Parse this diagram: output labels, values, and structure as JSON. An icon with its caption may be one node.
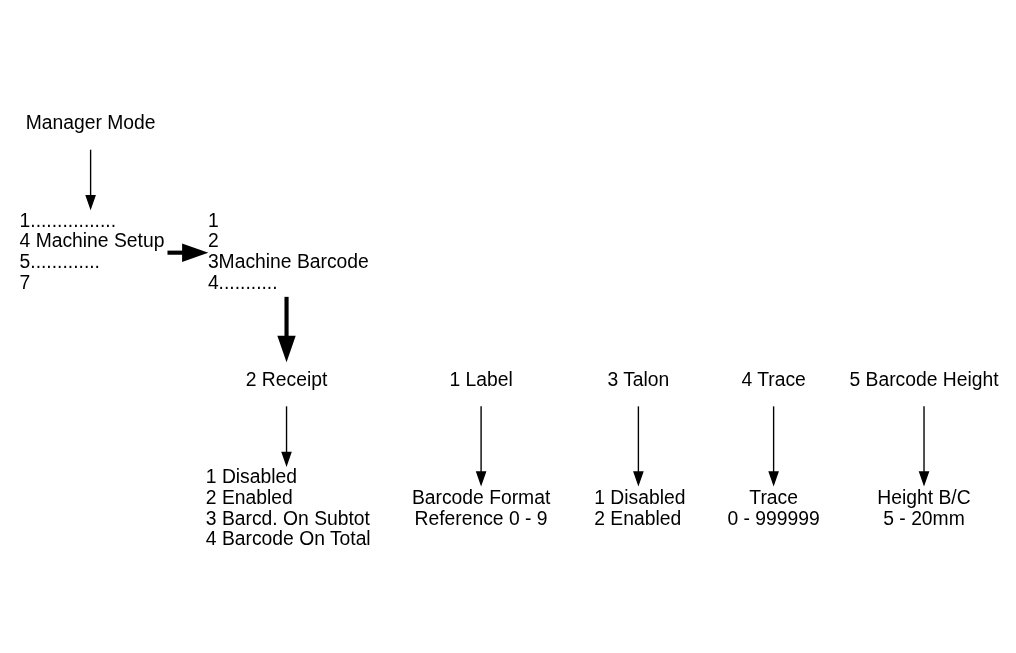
{
  "diagram": {
    "nodes": [
      {
        "text": [
          "Manager Mode"
        ]
      },
      {
        "text": [
          "1................",
          "4 Machine Setup",
          "5.............",
          "7"
        ]
      },
      {
        "text": [
          "1",
          "2",
          "3Machine Barcode",
          "4..........."
        ]
      },
      {
        "text": [
          "1 Label"
        ]
      },
      {
        "text": [
          "2 Receipt"
        ]
      },
      {
        "text": [
          "3 Talon"
        ]
      },
      {
        "text": [
          "4 Trace"
        ]
      },
      {
        "text": [
          "5 Barcode Height"
        ]
      },
      {
        "text": [
          "Height B/C 5 - 20mm"
        ]
      },
      {
        "text": [
          "Trace 0 - 999999"
        ]
      },
      {
        "text": [
          "1 Disabled",
          "2 Enabled"
        ]
      },
      {
        "text": [
          "1 Disabled",
          "2 Enabled",
          "3 Barcd. On Subtot",
          "4 Barcode On Total"
        ]
      },
      {
        "text": [
          "Barcode Format Reference 0 - 9"
        ]
      }
    ],
    "edges": [
      {
        "from": 0,
        "to": 1,
        "arrow": "to"
      },
      {
        "from": 1,
        "to": 2,
        "arrow": "to",
        "style": "thick"
      },
      {
        "from": 2,
        "to": 4,
        "arrow": "to",
        "style": "thick"
      },
      {
        "from": 3,
        "to": 12,
        "arrow": "to"
      },
      {
        "from": 4,
        "to": 11,
        "arrow": "to"
      },
      {
        "from": 5,
        "to": 10,
        "arrow": "to"
      },
      {
        "from": 6,
        "to": 9,
        "arrow": "to"
      },
      {
        "from": 7,
        "to": 8,
        "arrow": "to"
      }
    ]
  }
}
